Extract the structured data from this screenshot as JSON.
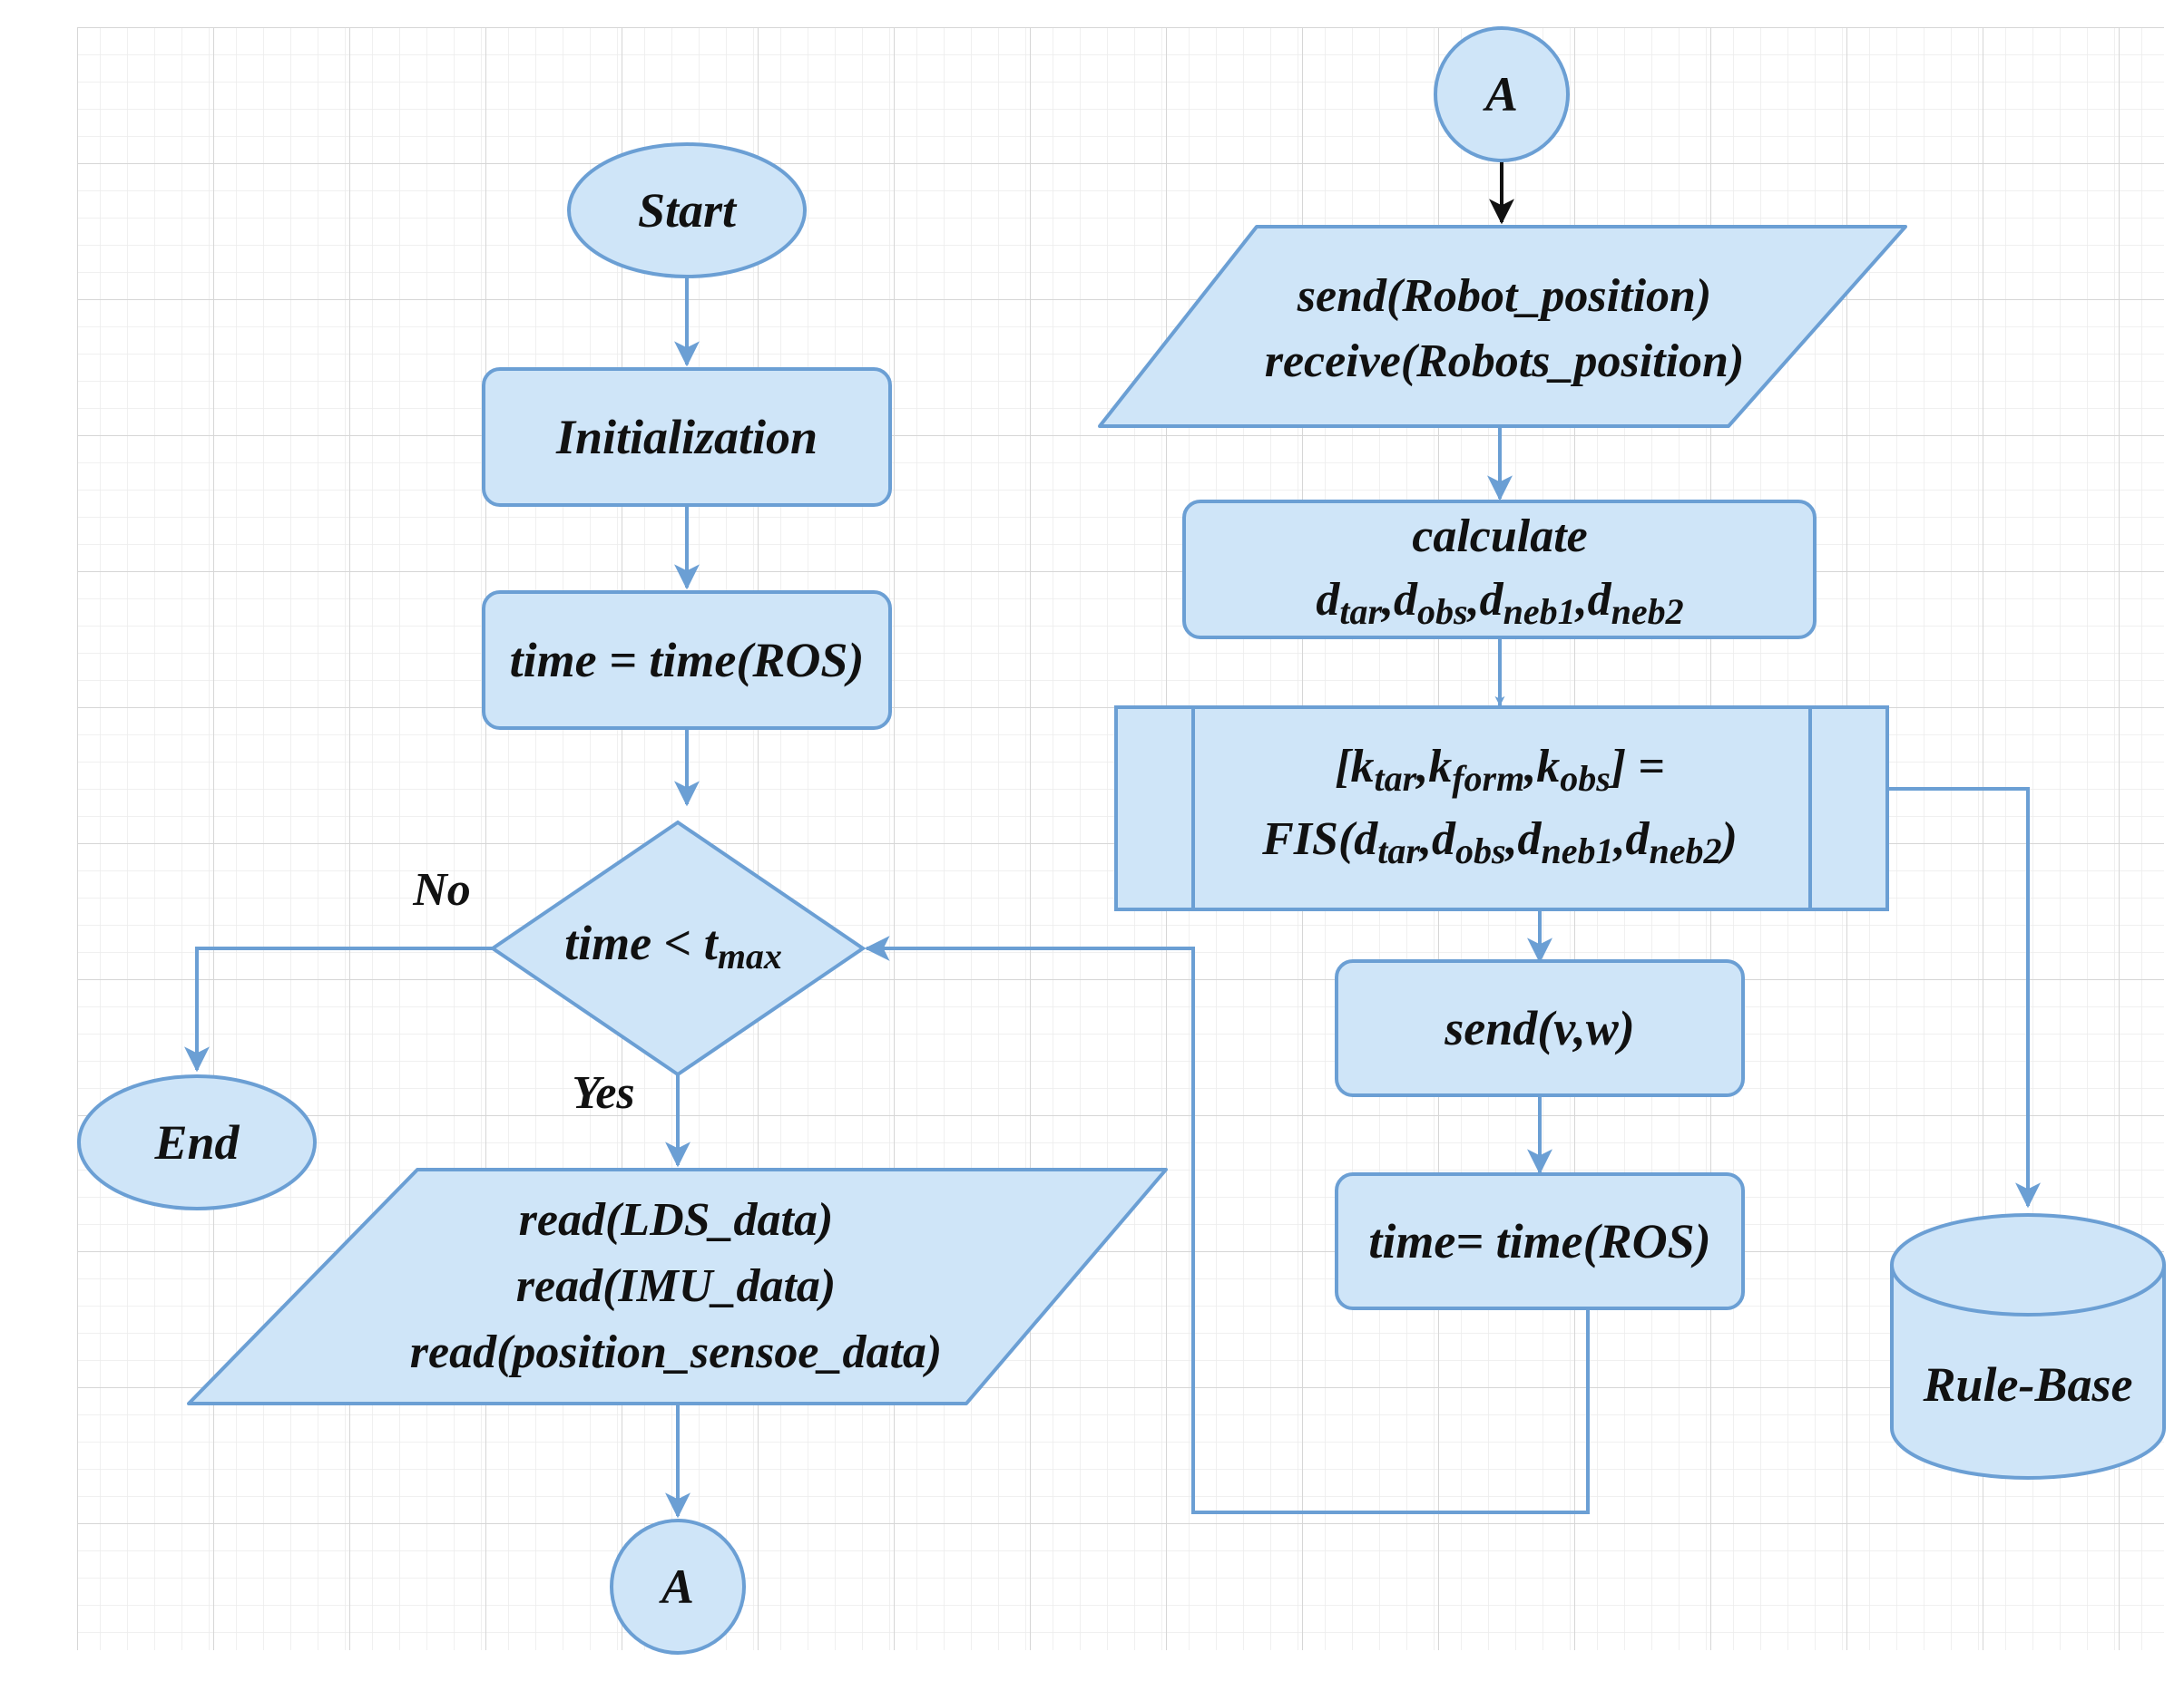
{
  "colors": {
    "node_fill": "#cfe5f8",
    "node_stroke": "#6b9fd4",
    "edge": "#6b9fd4",
    "edge_dark": "#111111",
    "grid_minor": "#ececec",
    "grid_major": "#d6d6d6",
    "text": "#111111"
  },
  "nodes": {
    "start": {
      "text": "Start"
    },
    "init": {
      "text": "Initialization"
    },
    "time_ros_left": {
      "text": "time = time(ROS)"
    },
    "decision": {
      "prefix": "time < t",
      "sub": "max"
    },
    "end": {
      "text": "End"
    },
    "read_io": {
      "line1": "read(LDS_data)",
      "line2": "read(IMU_data)",
      "line3": "read(position_sensoe_data)"
    },
    "connector_bottom": {
      "text": "A"
    },
    "connector_top": {
      "text": "A"
    },
    "send_receive": {
      "line1": "send(Robot_position)",
      "line2": "receive(Robots_position)"
    },
    "calculate": {
      "line1": "calculate",
      "d": "d",
      "sub_tar": "tar",
      "sub_obs": "obs",
      "sub_neb1": "neb1",
      "sub_neb2": "neb2",
      "comma": ","
    },
    "fis": {
      "open": "[",
      "k": "k",
      "sub_tar": "tar",
      "sub_form": "form",
      "sub_obs": "obs",
      "close": "] =",
      "fis_prefix": "FIS(",
      "d": "d",
      "sub_neb1": "neb1",
      "sub_neb2": "neb2",
      "paren_close": ")",
      "comma": ","
    },
    "send_vw": {
      "text": "send(v,w)"
    },
    "time_ros_right": {
      "text": "time= time(ROS)"
    },
    "rule_base": {
      "text": "Rule-Base"
    }
  },
  "edge_labels": {
    "no": "No",
    "yes": "Yes"
  }
}
